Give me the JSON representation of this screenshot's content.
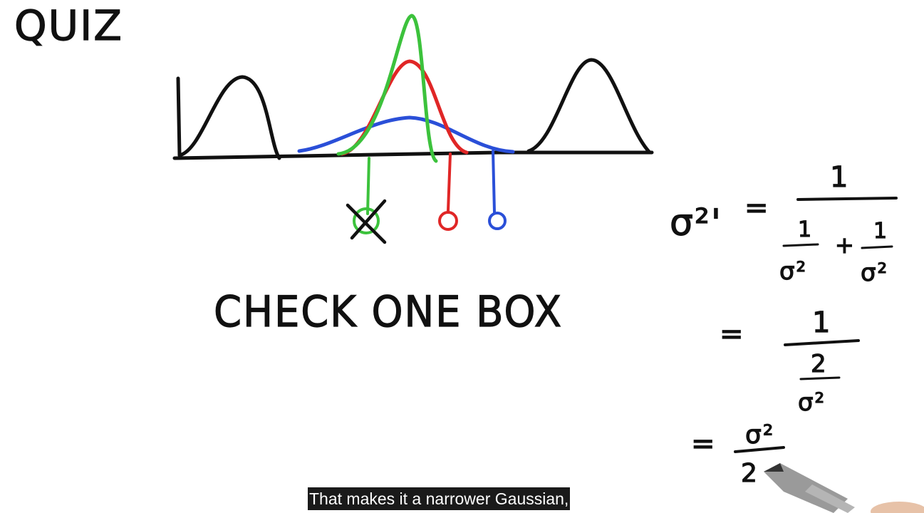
{
  "quiz_title": "QUIZ",
  "instruction": "CHECK ONE BOX",
  "caption": "That makes it a narrower Gaussian,",
  "colors": {
    "ink": "#111111",
    "green": "#3cc23c",
    "red": "#e02626",
    "blue": "#2a4fd8"
  },
  "options": [
    {
      "color": "green",
      "checked": true
    },
    {
      "color": "red",
      "checked": false
    },
    {
      "color": "blue",
      "checked": false
    }
  ],
  "formula": {
    "lhs": "σ²'",
    "eq": "=",
    "one": "1",
    "two": "2",
    "plus": "+",
    "sigma_sq": "σ²"
  }
}
